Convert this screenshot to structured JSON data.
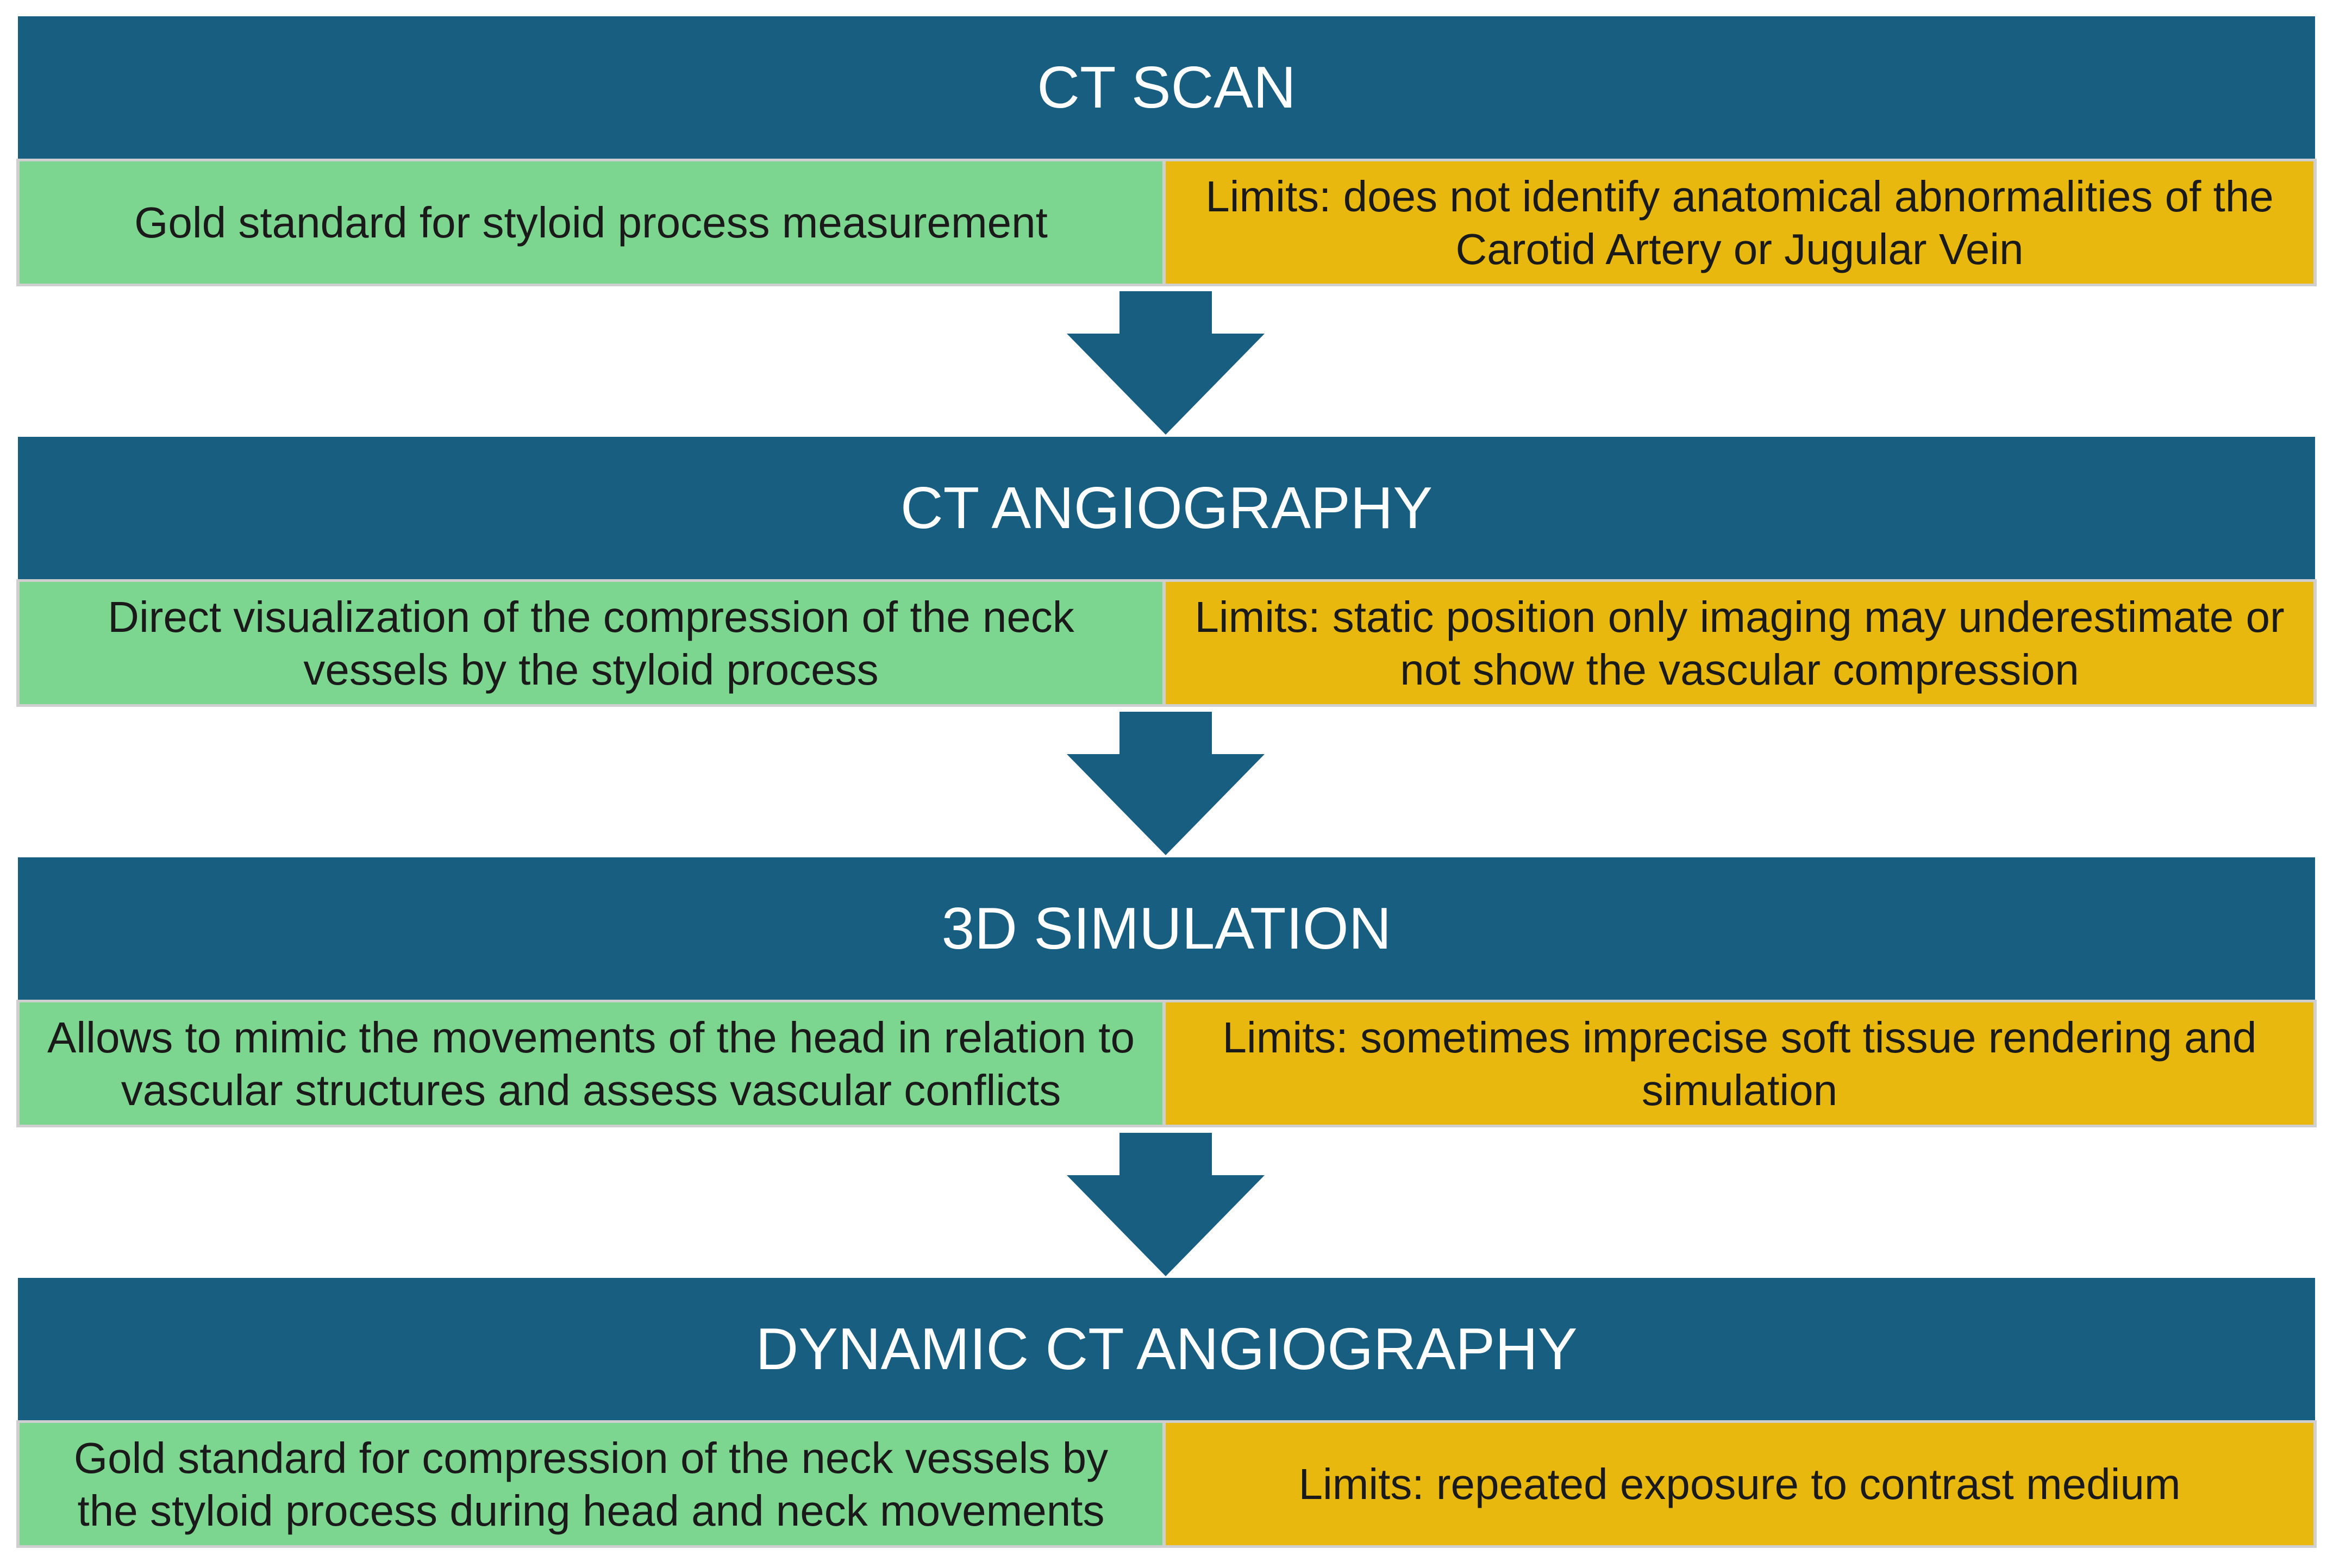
{
  "colors": {
    "header": "#175e80",
    "advantage": "#7dd68f",
    "limitation": "#e8b80e",
    "arrow": "#175e80"
  },
  "steps": [
    {
      "title": "CT SCAN",
      "advantage": "Gold standard for styloid process measurement",
      "limitation": "Limits: does not identify anatomical abnormalities of the Carotid Artery or Jugular Vein"
    },
    {
      "title": "CT ANGIOGRAPHY",
      "advantage": "Direct visualization of the compression of the neck vessels by the styloid process",
      "limitation": "Limits: static position only imaging may underestimate or not show the vascular compression"
    },
    {
      "title": "3D SIMULATION",
      "advantage": "Allows to mimic the movements of the head in relation to vascular structures and assess vascular conflicts",
      "limitation": "Limits: sometimes imprecise soft tissue rendering and simulation"
    },
    {
      "title": "DYNAMIC CT ANGIOGRAPHY",
      "advantage": "Gold standard for compression of the neck vessels by the styloid process during head and neck movements",
      "limitation": "Limits: repeated exposure to contrast medium"
    }
  ]
}
